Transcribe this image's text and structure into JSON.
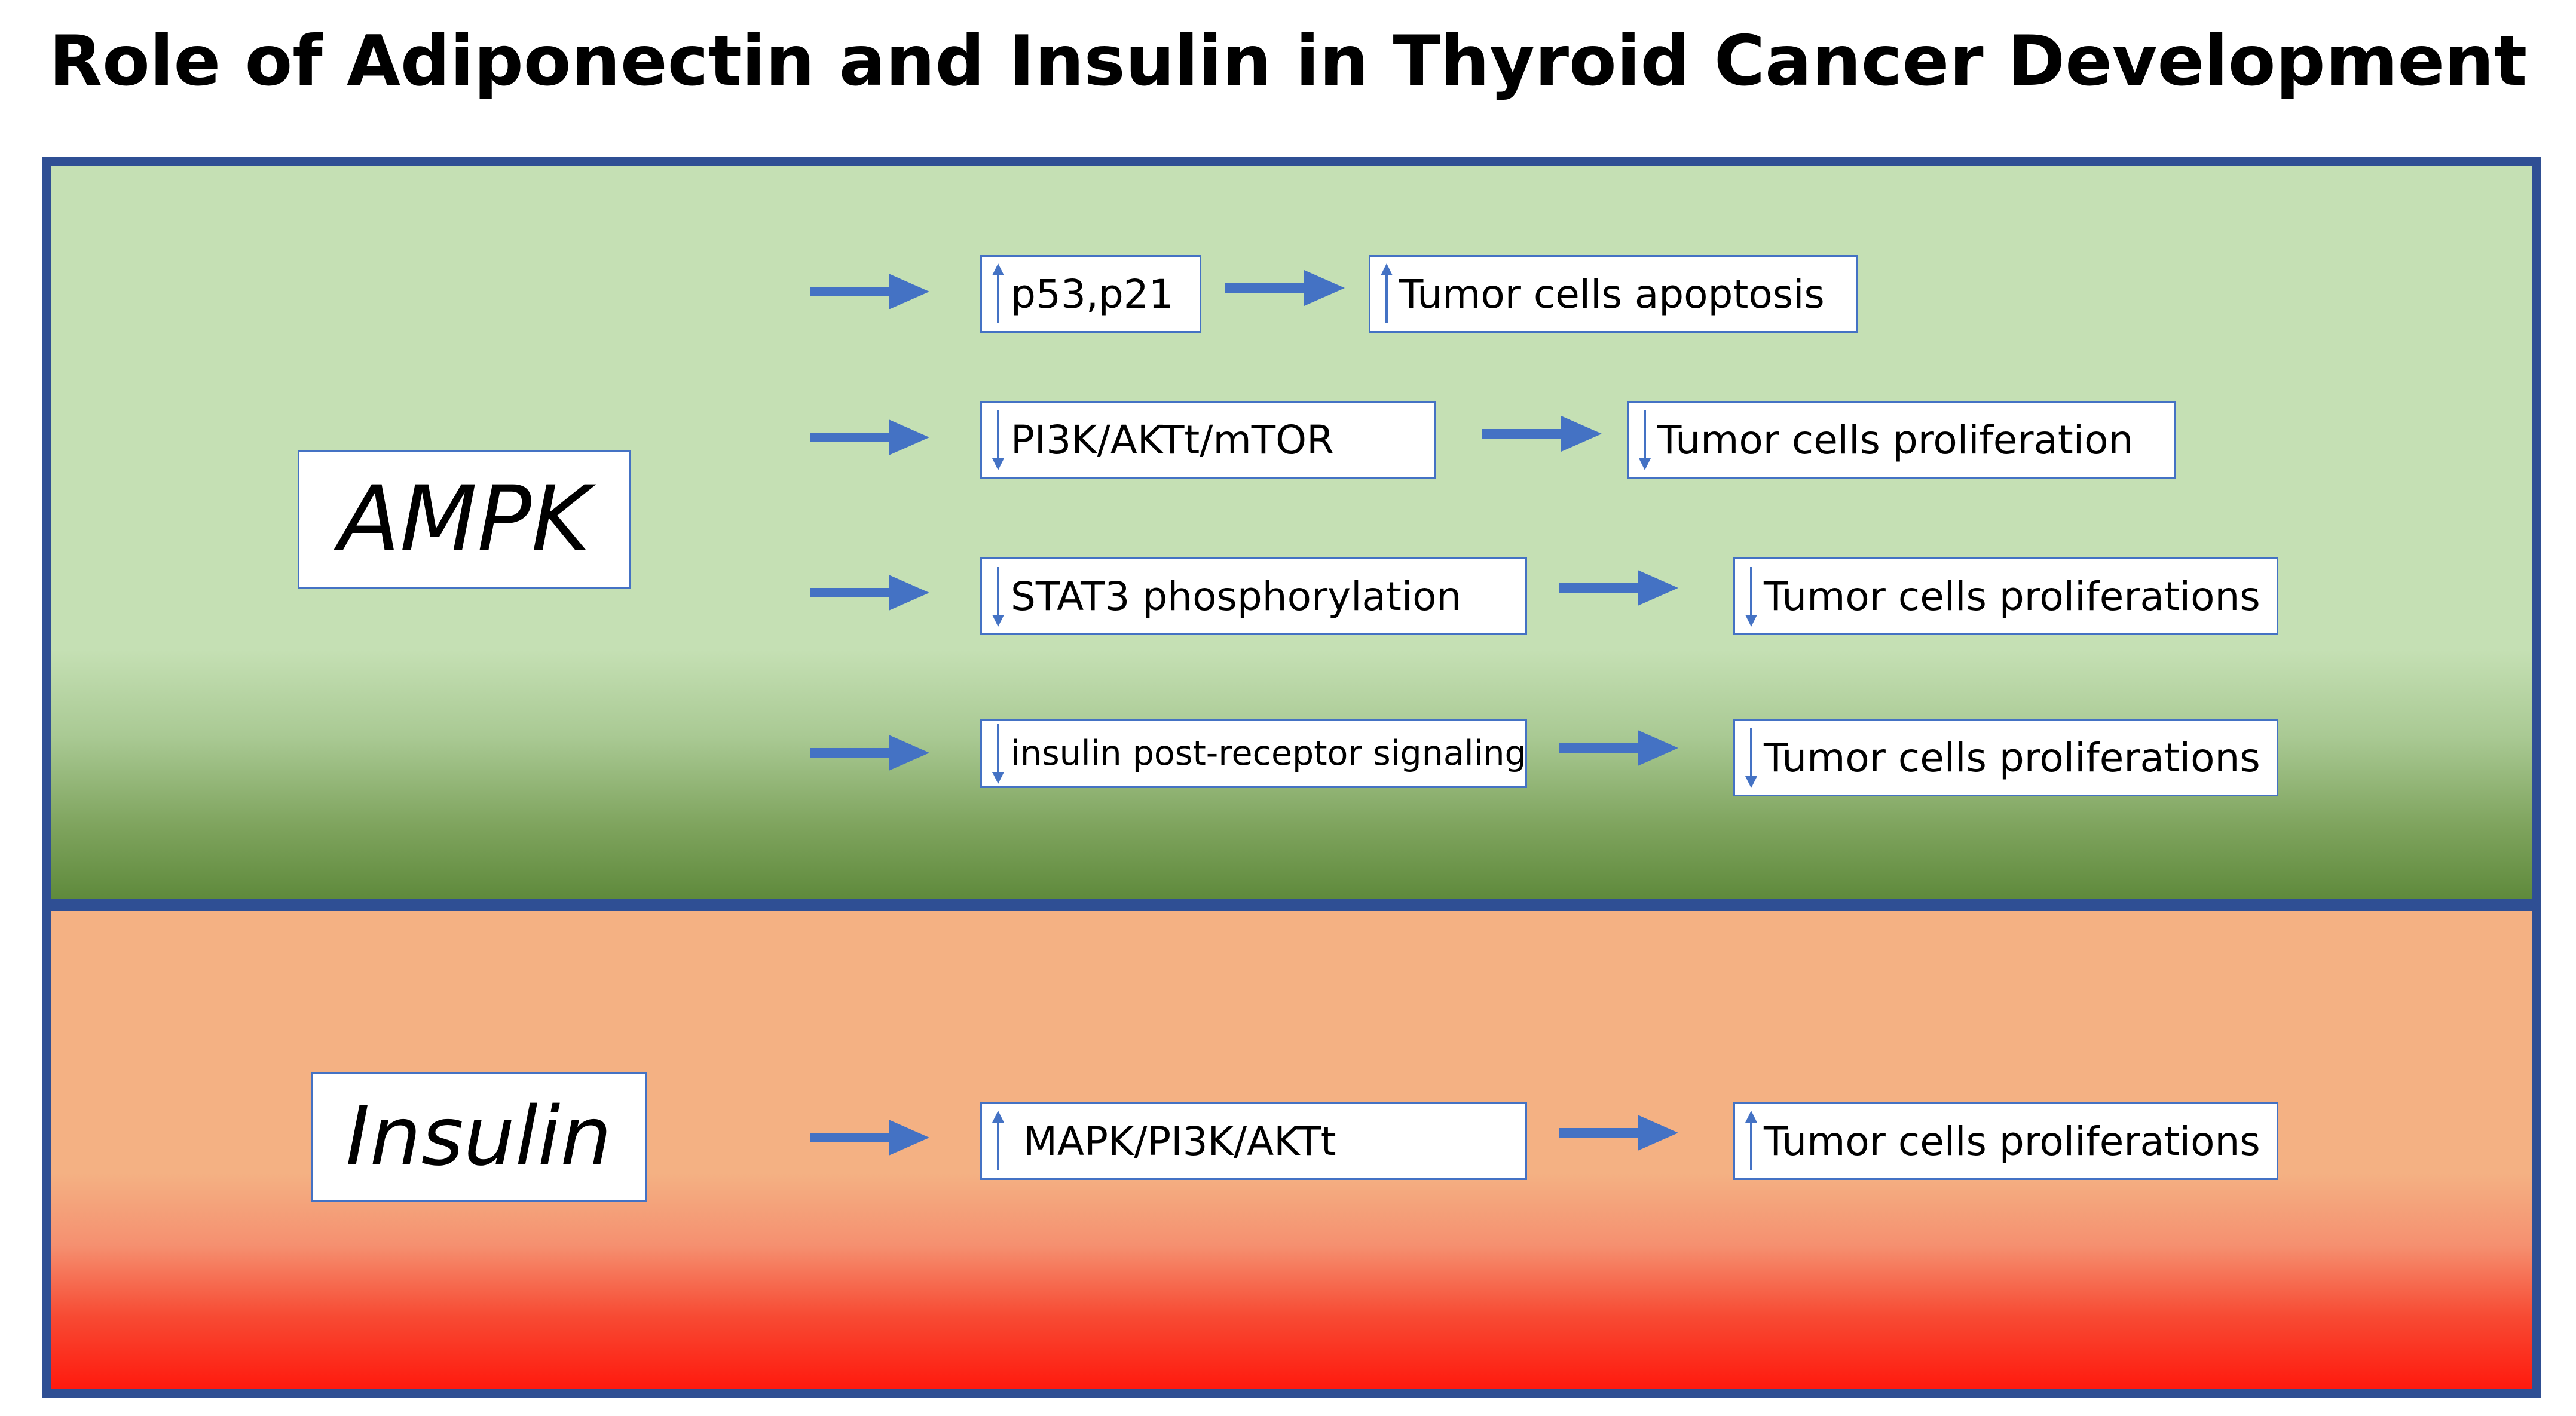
{
  "title": "Role of Adiponectin and Insulin in Thyroid Cancer Development",
  "colors": {
    "border": "#2f4f94",
    "box_border": "#4472c4",
    "arrow": "#4472c4",
    "ampk_panel_top": "#c5e0b4",
    "ampk_panel_bottom": "#5f8a3c",
    "insulin_panel_top": "#f4b183",
    "insulin_panel_bottom": "#ff1a0e"
  },
  "ampk_panel": {
    "label": "AMPK",
    "rows": [
      {
        "mediator": {
          "text": "p53,p21",
          "direction": "up"
        },
        "outcome": {
          "text": "Tumor cells apoptosis",
          "direction": "up"
        }
      },
      {
        "mediator": {
          "text": "PI3K/AKTt/mTOR",
          "direction": "down"
        },
        "outcome": {
          "text": "Tumor cells proliferation",
          "direction": "down"
        }
      },
      {
        "mediator": {
          "text": "STAT3 phosphorylation",
          "direction": "down"
        },
        "outcome": {
          "text": "Tumor cells proliferations",
          "direction": "down"
        }
      },
      {
        "mediator": {
          "text": "insulin post-receptor signaling",
          "direction": "down"
        },
        "outcome": {
          "text": "Tumor cells proliferations",
          "direction": "down"
        }
      }
    ]
  },
  "insulin_panel": {
    "label": "Insulin",
    "rows": [
      {
        "mediator": {
          "text": " MAPK/PI3K/AKTt",
          "direction": "up"
        },
        "outcome": {
          "text": "Tumor cells proliferations",
          "direction": "up"
        }
      }
    ]
  }
}
